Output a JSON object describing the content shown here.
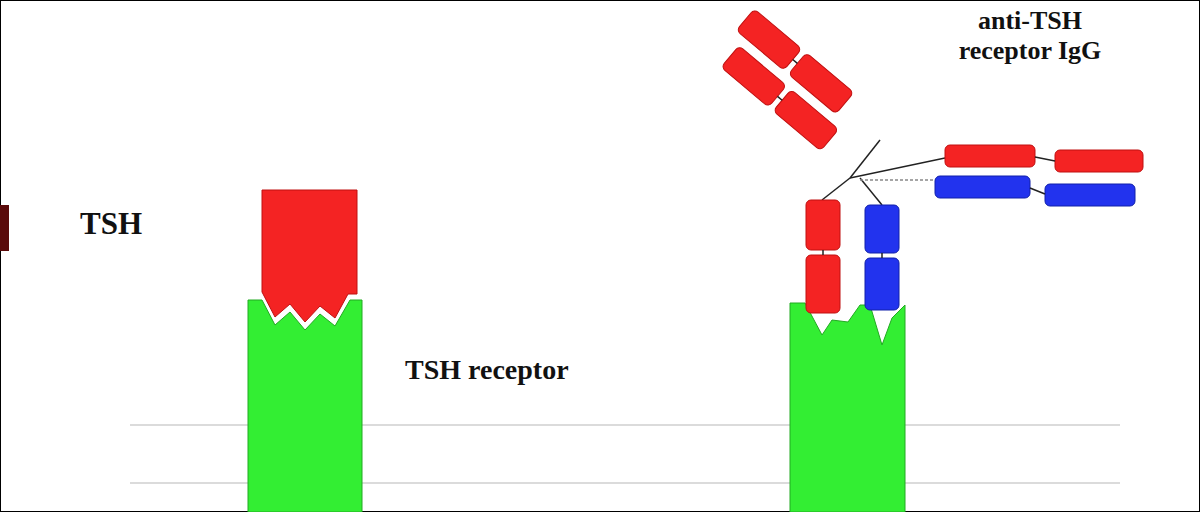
{
  "diagram": {
    "labels": [
      "TSH",
      "TSH receptor",
      "anti-TSH receptor IgG"
    ]
  }
}
